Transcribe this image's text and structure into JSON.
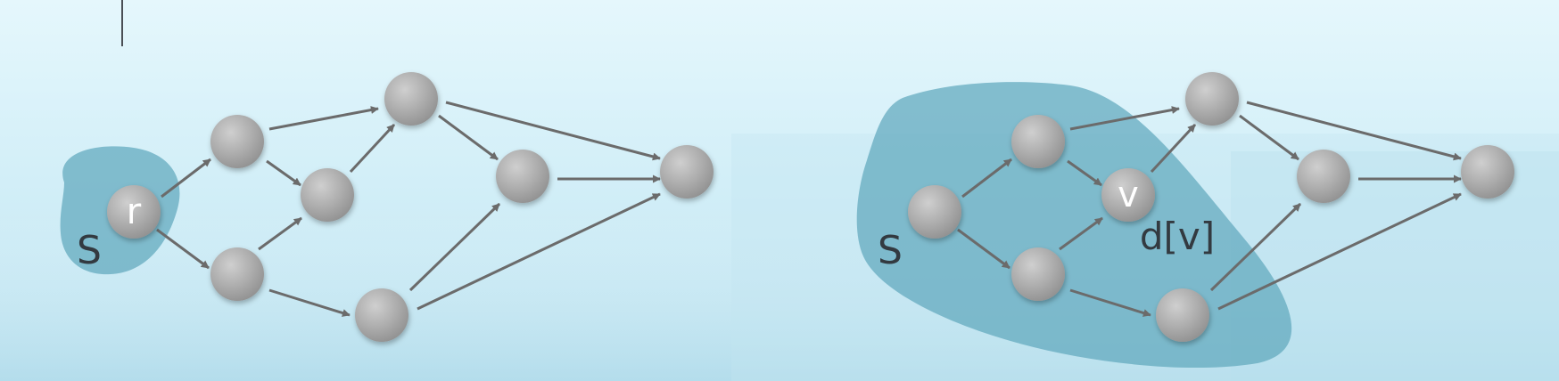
{
  "colors": {
    "background": "#d6f0f8",
    "region": "#5fa8bd",
    "node": "#a9a9a9",
    "edge": "#6b6b6b",
    "label_text": "#333a40",
    "node_text": "#ffffff"
  },
  "left_graph": {
    "region_label": "S",
    "source_label": "r"
  },
  "right_graph": {
    "region_label": "S",
    "vertex_label": "v",
    "distance_label": "d[v]"
  }
}
